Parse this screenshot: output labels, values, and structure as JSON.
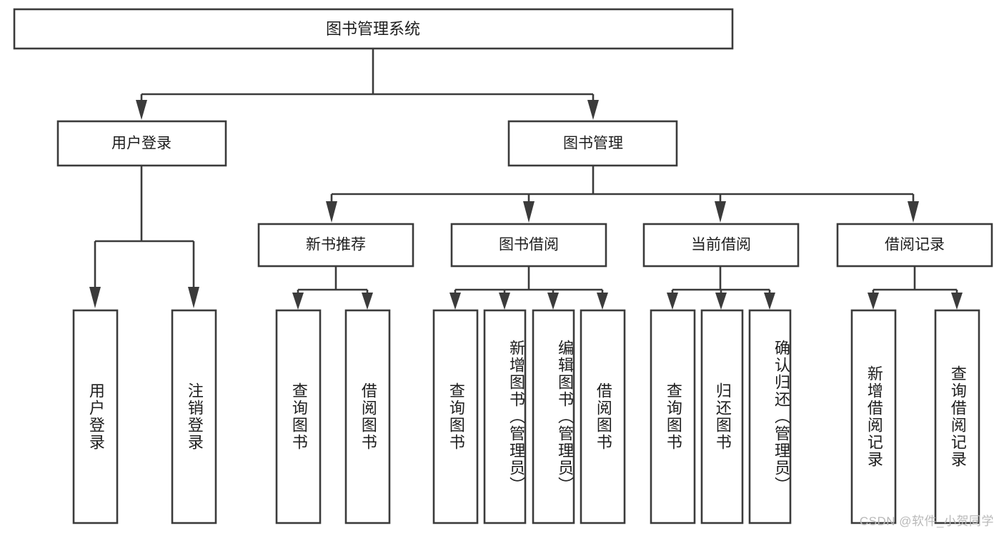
{
  "diagram": {
    "type": "tree-hierarchy",
    "title_label": "图书管理系统",
    "watermark": "CSDN @软件_小贺同学",
    "colors": {
      "stroke": "#3b3b3b",
      "fill": "#ffffff",
      "text": "#1d1d1d",
      "watermark": "#b9b9b9",
      "background": "#ffffff"
    },
    "levels": {
      "root": "图书管理系统",
      "level2": [
        "用户登录",
        "图书管理"
      ],
      "level3": [
        "新书推荐",
        "图书借阅",
        "当前借阅",
        "借阅记录"
      ]
    },
    "nodes": {
      "root": {
        "label": "图书管理系统",
        "orientation": "horizontal"
      },
      "user_login": {
        "label": "用户登录",
        "orientation": "horizontal"
      },
      "book_manage": {
        "label": "图书管理",
        "orientation": "horizontal"
      },
      "new_book_rec": {
        "label": "新书推荐",
        "orientation": "horizontal"
      },
      "book_borrow": {
        "label": "图书借阅",
        "orientation": "horizontal"
      },
      "current_borrow": {
        "label": "当前借阅",
        "orientation": "horizontal"
      },
      "borrow_record": {
        "label": "借阅记录",
        "orientation": "horizontal"
      }
    },
    "leaves": [
      {
        "id": "leaf-user-login",
        "label": "用户登录",
        "parent": "用户登录"
      },
      {
        "id": "leaf-user-logout",
        "label": "注销登录",
        "parent": "用户登录"
      },
      {
        "id": "leaf-query-book-rec",
        "label": "查询图书",
        "parent": "新书推荐"
      },
      {
        "id": "leaf-borrow-book-rec",
        "label": "借阅图书",
        "parent": "新书推荐"
      },
      {
        "id": "leaf-query-book-borrow",
        "label": "查询图书",
        "parent": "图书借阅"
      },
      {
        "id": "leaf-add-book",
        "label": "新增图书（管理员）",
        "parent": "图书借阅"
      },
      {
        "id": "leaf-edit-book",
        "label": "编辑图书（管理员）",
        "parent": "图书借阅"
      },
      {
        "id": "leaf-borrow-book",
        "label": "借阅图书",
        "parent": "图书借阅"
      },
      {
        "id": "leaf-query-book-current",
        "label": "查询图书",
        "parent": "当前借阅"
      },
      {
        "id": "leaf-return-book",
        "label": "归还图书",
        "parent": "当前借阅"
      },
      {
        "id": "leaf-confirm-return",
        "label": "确认归还（管理员）",
        "parent": "当前借阅"
      },
      {
        "id": "leaf-add-record",
        "label": "新增借阅记录",
        "parent": "借阅记录"
      },
      {
        "id": "leaf-query-record",
        "label": "查询借阅记录",
        "parent": "借阅记录"
      }
    ]
  }
}
